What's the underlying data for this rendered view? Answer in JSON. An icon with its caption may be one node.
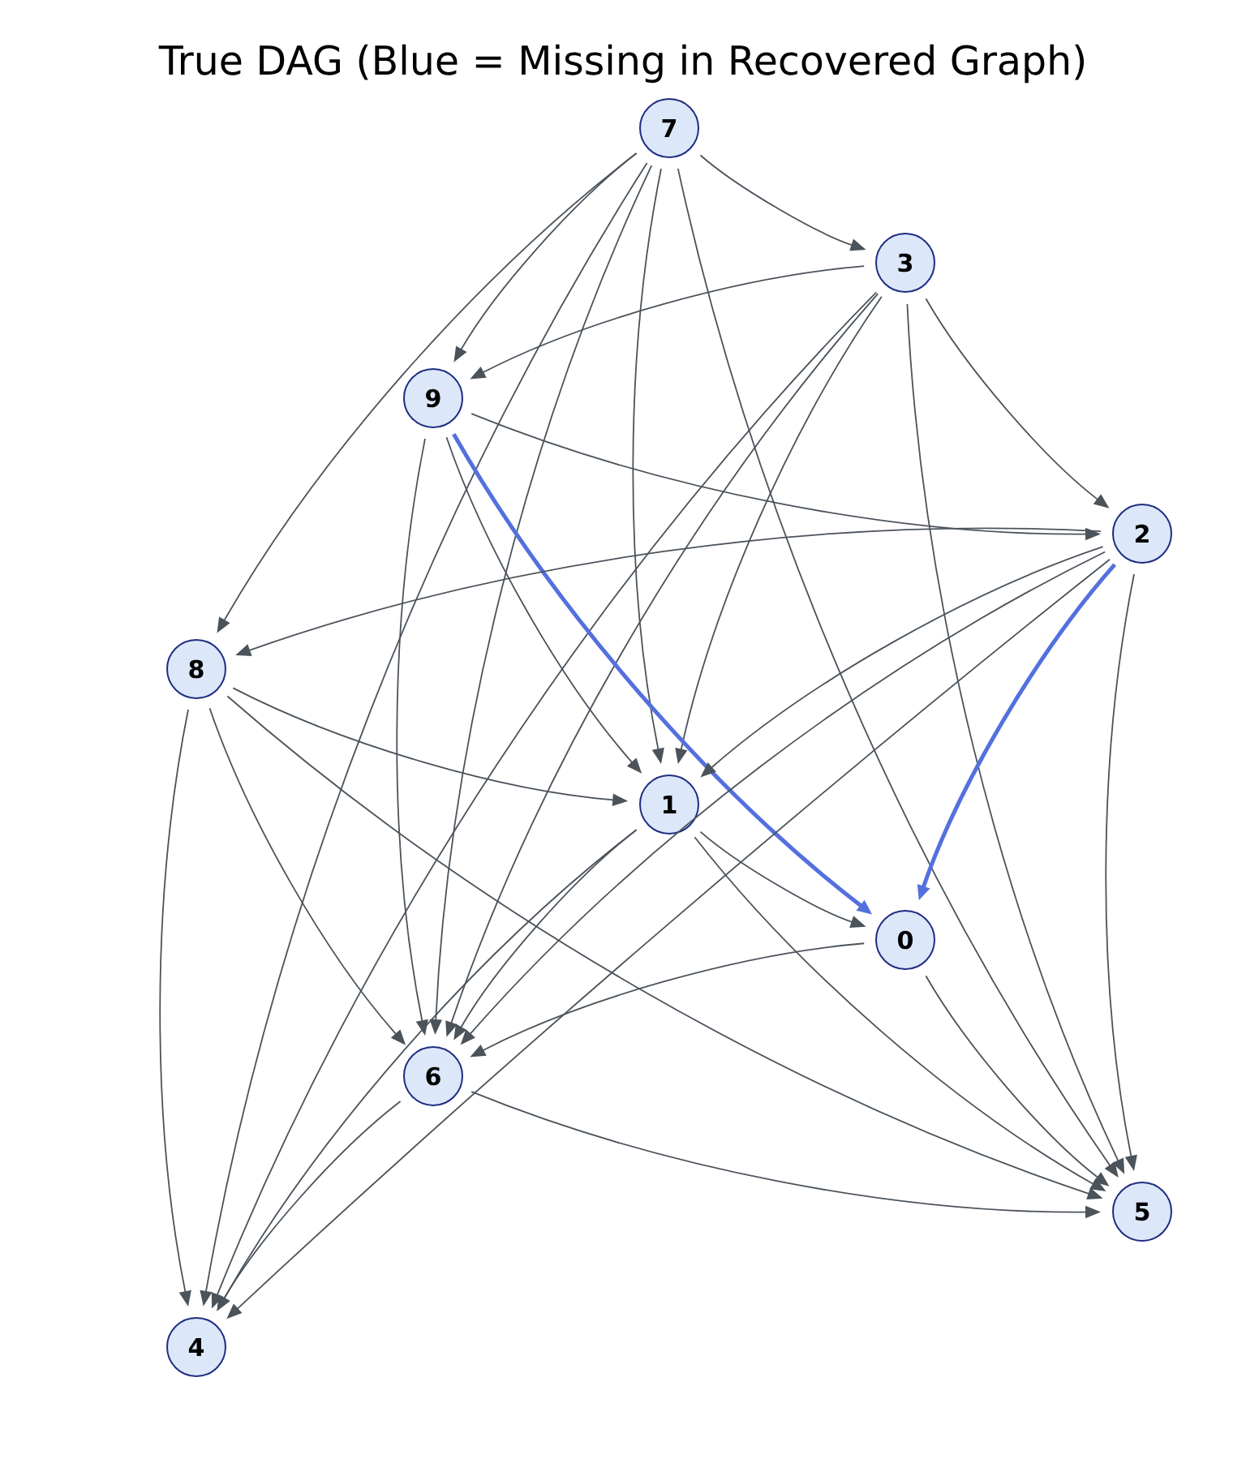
{
  "diagram": {
    "title": "True DAG (Blue = Missing in Recovered Graph)",
    "nodes": [
      {
        "text": [
          "7"
        ]
      },
      {
        "text": [
          "3"
        ]
      },
      {
        "text": [
          "9"
        ]
      },
      {
        "text": [
          "2"
        ]
      },
      {
        "text": [
          "8"
        ]
      },
      {
        "text": [
          "1"
        ]
      },
      {
        "text": [
          "0"
        ]
      },
      {
        "text": [
          "6"
        ]
      },
      {
        "text": [
          "5"
        ]
      },
      {
        "text": [
          "4"
        ]
      }
    ],
    "edges": [
      {
        "from": 0,
        "to": 1,
        "arrow": "to"
      },
      {
        "from": 0,
        "to": 2,
        "arrow": "to"
      },
      {
        "from": 0,
        "to": 4,
        "arrow": "to"
      },
      {
        "from": 0,
        "to": 9,
        "arrow": "to"
      },
      {
        "from": 0,
        "to": 7,
        "arrow": "to"
      },
      {
        "from": 0,
        "to": 5,
        "arrow": "to"
      },
      {
        "from": 0,
        "to": 8,
        "arrow": "to"
      },
      {
        "from": 1,
        "to": 2,
        "arrow": "to"
      },
      {
        "from": 1,
        "to": 3,
        "arrow": "to"
      },
      {
        "from": 1,
        "to": 8,
        "arrow": "to"
      },
      {
        "from": 1,
        "to": 5,
        "arrow": "to"
      },
      {
        "from": 1,
        "to": 7,
        "arrow": "to"
      },
      {
        "from": 1,
        "to": 9,
        "arrow": "to"
      },
      {
        "from": 2,
        "to": 7,
        "arrow": "to"
      },
      {
        "from": 2,
        "to": 5,
        "arrow": "to"
      },
      {
        "from": 2,
        "to": 6,
        "arrow": "to",
        "style": "thick",
        "color": "#5470de"
      },
      {
        "from": 2,
        "to": 3,
        "arrow": "to"
      },
      {
        "from": 3,
        "to": 4,
        "arrow": "to"
      },
      {
        "from": 3,
        "to": 5,
        "arrow": "to"
      },
      {
        "from": 3,
        "to": 7,
        "arrow": "to"
      },
      {
        "from": 3,
        "to": 9,
        "arrow": "to"
      },
      {
        "from": 3,
        "to": 6,
        "arrow": "to",
        "style": "thick",
        "color": "#5470de"
      },
      {
        "from": 3,
        "to": 8,
        "arrow": "to"
      },
      {
        "from": 4,
        "to": 9,
        "arrow": "to"
      },
      {
        "from": 4,
        "to": 7,
        "arrow": "to"
      },
      {
        "from": 4,
        "to": 8,
        "arrow": "to"
      },
      {
        "from": 4,
        "to": 5,
        "arrow": "to"
      },
      {
        "from": 5,
        "to": 6,
        "arrow": "to"
      },
      {
        "from": 5,
        "to": 7,
        "arrow": "to"
      },
      {
        "from": 5,
        "to": 8,
        "arrow": "to"
      },
      {
        "from": 5,
        "to": 9,
        "arrow": "to"
      },
      {
        "from": 6,
        "to": 7,
        "arrow": "to"
      },
      {
        "from": 6,
        "to": 8,
        "arrow": "to"
      },
      {
        "from": 7,
        "to": 8,
        "arrow": "to"
      },
      {
        "from": 7,
        "to": 9,
        "arrow": "to"
      }
    ]
  }
}
